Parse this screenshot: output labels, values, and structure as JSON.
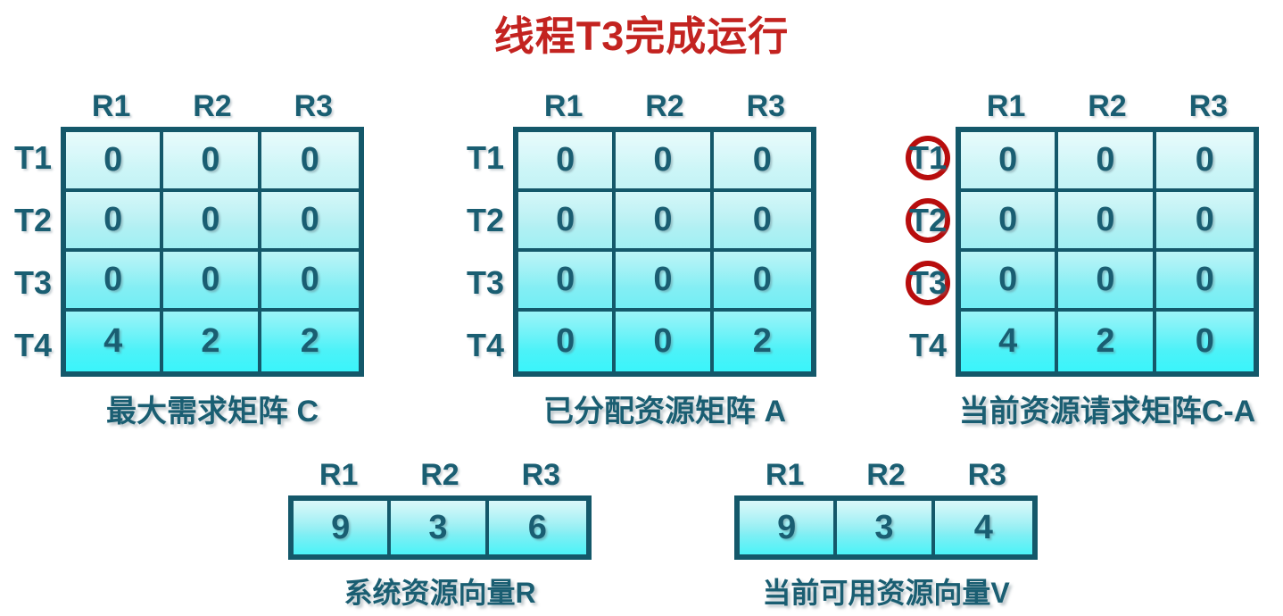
{
  "title": {
    "text": "线程T3完成运行"
  },
  "colors": {
    "title_red": "#c32320",
    "circle_red": "#b80d0d",
    "teal_border": "#14586a",
    "teal_text": "#1a5e72",
    "cell_grad_top": "#ddf9fa",
    "cell_grad_bottom": "#3af4fa"
  },
  "matrices": [
    {
      "name": "C",
      "caption": "最大需求矩阵 C",
      "col_headers": [
        "R1",
        "R2",
        "R3"
      ],
      "row_headers": [
        "T1",
        "T2",
        "T3",
        "T4"
      ],
      "circled_rows": [],
      "values": [
        [
          "0",
          "0",
          "0"
        ],
        [
          "0",
          "0",
          "0"
        ],
        [
          "0",
          "0",
          "0"
        ],
        [
          "4",
          "2",
          "2"
        ]
      ]
    },
    {
      "name": "A",
      "caption": "已分配资源矩阵 A",
      "col_headers": [
        "R1",
        "R2",
        "R3"
      ],
      "row_headers": [
        "T1",
        "T2",
        "T3",
        "T4"
      ],
      "circled_rows": [],
      "values": [
        [
          "0",
          "0",
          "0"
        ],
        [
          "0",
          "0",
          "0"
        ],
        [
          "0",
          "0",
          "0"
        ],
        [
          "0",
          "0",
          "2"
        ]
      ]
    },
    {
      "name": "C-A",
      "caption": "当前资源请求矩阵C-A",
      "col_headers": [
        "R1",
        "R2",
        "R3"
      ],
      "row_headers": [
        "T1",
        "T2",
        "T3",
        "T4"
      ],
      "circled_rows": [
        0,
        1,
        2
      ],
      "values": [
        [
          "0",
          "0",
          "0"
        ],
        [
          "0",
          "0",
          "0"
        ],
        [
          "0",
          "0",
          "0"
        ],
        [
          "4",
          "2",
          "0"
        ]
      ]
    }
  ],
  "vectors": [
    {
      "name": "R",
      "caption": "系统资源向量R",
      "col_headers": [
        "R1",
        "R2",
        "R3"
      ],
      "values": [
        "9",
        "3",
        "6"
      ]
    },
    {
      "name": "V",
      "caption": "当前可用资源向量V",
      "col_headers": [
        "R1",
        "R2",
        "R3"
      ],
      "values": [
        "9",
        "3",
        "4"
      ]
    }
  ]
}
